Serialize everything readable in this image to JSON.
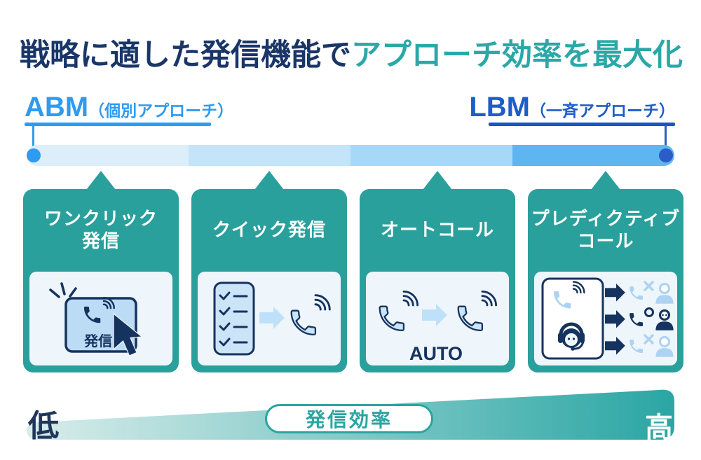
{
  "title": {
    "part1": "戦略に適した発信機能で",
    "part2": "アプローチ効率を最大化"
  },
  "spectrum": {
    "left": {
      "abbr": "ABM",
      "note": "（個別アプローチ）"
    },
    "right": {
      "abbr": "LBM",
      "note": "（一斉アプローチ）"
    },
    "segment_colors": [
      "#ddeefb",
      "#c4e4f9",
      "#a7d8f7",
      "#5eb6f0"
    ],
    "left_accent": "#2e9bf0",
    "right_accent": "#2b5dc8"
  },
  "cards": [
    {
      "title": "ワンクリック\n発信",
      "icon": "one-click-dial-icon",
      "button_label": "発信"
    },
    {
      "title": "クイック発信",
      "icon": "quick-dial-icon"
    },
    {
      "title": "オートコール",
      "icon": "auto-call-icon",
      "caption": "AUTO"
    },
    {
      "title": "プレディクティブ\nコール",
      "icon": "predictive-call-icon"
    }
  ],
  "efficiency": {
    "low_label": "低",
    "high_label": "高",
    "pill_label": "発信効率"
  },
  "colors": {
    "title_navy": "#1a3668",
    "title_teal": "#2aa8a7",
    "card_teal": "#2aa09c",
    "icon_navy": "#16335f",
    "icon_light_blue": "#bcdcf5",
    "wedge_start": "#d9edeb",
    "wedge_end": "#2aa6a4"
  }
}
